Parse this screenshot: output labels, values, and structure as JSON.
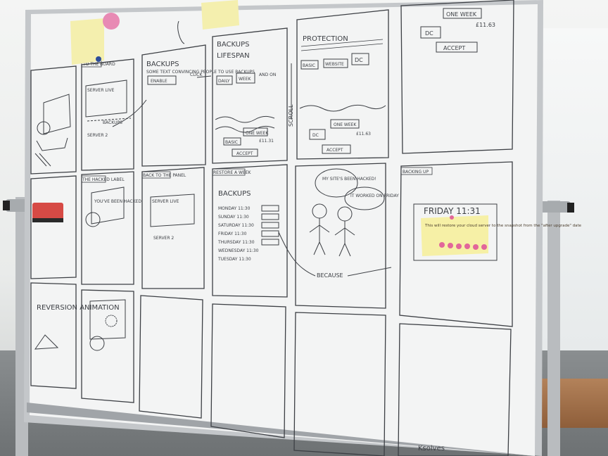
{
  "panels": {
    "to_the_board": "TO THE BOARD",
    "server_label": "SERVER LIVE",
    "backups_label": "BACKUPS",
    "server2": "SERVER 2",
    "backups_title": "BACKUPS",
    "backups_desc": "SOME TEXT CONVINCING PEOPLE TO USE BACKUPS",
    "enable": "ENABLE",
    "click": "CLICK",
    "lifespan": "LIFESPAN",
    "daily": "DAILY",
    "week": "WEEK",
    "and_on": "AND ON",
    "scroll": "SCROLL",
    "protection": "PROTECTION",
    "basic": "BASIC",
    "website": "WEBSITE",
    "dc": "DC",
    "one_week": "ONE WEEK",
    "price": "£11.63",
    "price2": "£11.31",
    "accept": "ACCEPT",
    "one_week_top": "ONE WEEK",
    "dc_top": "DC",
    "price_top": "£11.63",
    "accept_top": "ACCEPT",
    "hacked_label": "YOU'VE BEEN HACKED",
    "the_hacked_label": "THE HACKED LABEL",
    "back_to_panel": "BACK TO THE PANEL",
    "server2b": "SERVER 2",
    "restore_week": "RESTORE A WEEK",
    "backups_list_title": "BACKUPS",
    "backups_list": [
      "MONDAY 11:30",
      "SUNDAY 11:30",
      "SATURDAY 11:30",
      "FRIDAY 11:30",
      "THURSDAY 11:30",
      "WEDNESDAY 11:30",
      "TUESDAY 11:30"
    ],
    "speech1": "MY SITE'S BEEN HACKED!",
    "speech2": "IT WORKED ON FRIDAY",
    "because": "BECAUSE",
    "backing_up": "BACKING UP",
    "friday_time": "FRIDAY 11:31",
    "note_text": "This will restore your cloud server to the snapshot from the \"after upgrade\" date",
    "reversion": "REVERSION ANIMATION",
    "signature": "Ksolves"
  }
}
